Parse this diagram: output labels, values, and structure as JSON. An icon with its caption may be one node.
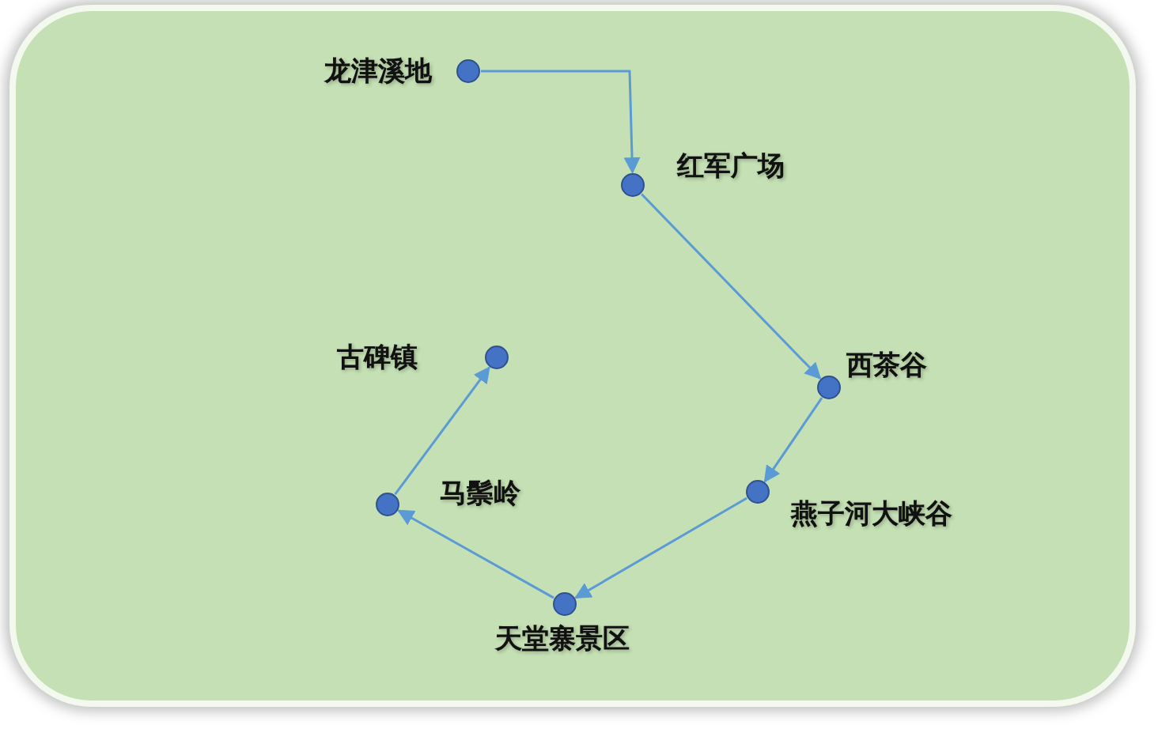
{
  "diagram": {
    "nodes": [
      {
        "text": [],
        "shape": "circle",
        "beside": [
          "龙津溪地"
        ]
      },
      {
        "text": [],
        "shape": "circle",
        "beside": [
          "红军广场"
        ]
      },
      {
        "text": [],
        "shape": "circle",
        "beside": [
          "西茶谷"
        ]
      },
      {
        "text": [],
        "shape": "circle",
        "beside": [
          "燕子河大峡谷"
        ]
      },
      {
        "text": [],
        "shape": "circle",
        "beside": [
          "天堂寨景区"
        ]
      },
      {
        "text": [],
        "shape": "circle",
        "beside": [
          "马鬃岭"
        ]
      },
      {
        "text": [],
        "shape": "circle",
        "beside": [
          "古碑镇"
        ]
      }
    ],
    "edges": [
      {
        "from": 0,
        "to": 1,
        "arrow": "to"
      },
      {
        "from": 1,
        "to": 2,
        "arrow": "to"
      },
      {
        "from": 2,
        "to": 3,
        "arrow": "to"
      },
      {
        "from": 3,
        "to": 4,
        "arrow": "to"
      },
      {
        "from": 4,
        "to": 5,
        "arrow": "to"
      },
      {
        "from": 5,
        "to": 6,
        "arrow": "to"
      }
    ]
  }
}
